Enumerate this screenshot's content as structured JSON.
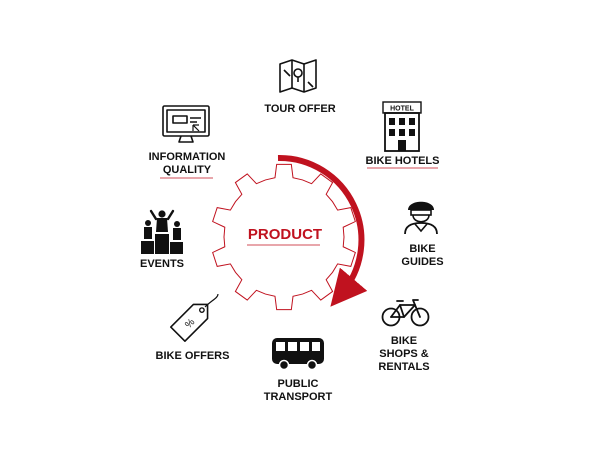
{
  "colors": {
    "accent": "#c0121f",
    "text": "#111111",
    "icon": "#111111"
  },
  "center": {
    "label": "PRODUCT",
    "icon": "gear-icon"
  },
  "items": [
    {
      "id": "tour-offer",
      "icon": "map-icon",
      "lines": [
        "TOUR OFFER"
      ]
    },
    {
      "id": "bike-hotels",
      "icon": "hotel-icon",
      "lines": [
        "BIKE HOTELS"
      ],
      "icon_text": "HOTEL"
    },
    {
      "id": "bike-guides",
      "icon": "cyclist-helmet-icon",
      "lines": [
        "BIKE",
        "GUIDES"
      ]
    },
    {
      "id": "bike-shops",
      "icon": "bicycle-icon",
      "lines": [
        "BIKE",
        "SHOPS &",
        "RENTALS"
      ]
    },
    {
      "id": "public-transport",
      "icon": "bus-icon",
      "lines": [
        "PUBLIC",
        "TRANSPORT"
      ]
    },
    {
      "id": "bike-offers",
      "icon": "price-tag-icon",
      "lines": [
        "BIKE OFFERS"
      ],
      "icon_text": "%"
    },
    {
      "id": "events",
      "icon": "podium-icon",
      "lines": [
        "EVENTS"
      ]
    },
    {
      "id": "information-quality",
      "icon": "monitor-icon",
      "lines": [
        "INFORMATION",
        "QUALITY"
      ]
    }
  ]
}
